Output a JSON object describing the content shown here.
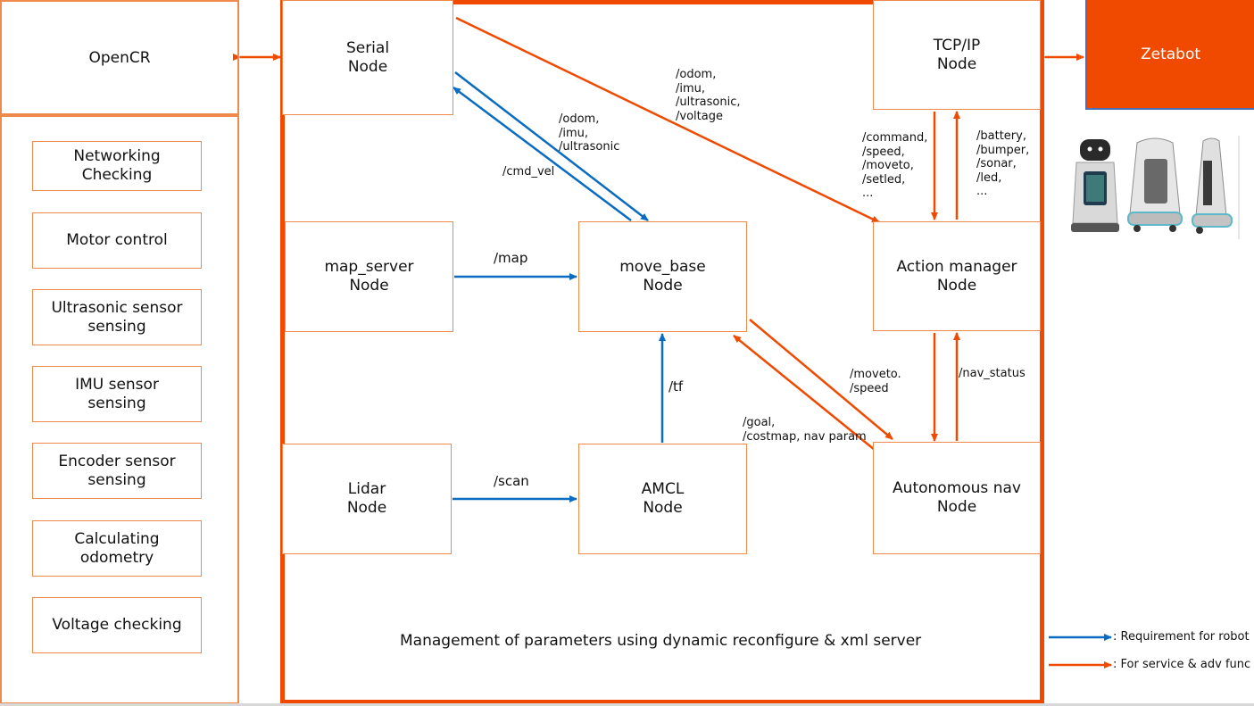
{
  "colors": {
    "box_border": "#f08a4b",
    "service_arrow": "#f04a00",
    "requirement_arrow": "#0a6cc0",
    "zetabot_fill": "#f04a00"
  },
  "opencr": {
    "title": "OpenCR"
  },
  "opencr_functions": [
    {
      "lines": [
        "Networking",
        "Checking"
      ]
    },
    {
      "lines": [
        "Motor control"
      ]
    },
    {
      "lines": [
        "Ultrasonic sensor",
        "sensing"
      ]
    },
    {
      "lines": [
        "IMU sensor",
        "sensing"
      ]
    },
    {
      "lines": [
        "Encoder sensor",
        "sensing"
      ]
    },
    {
      "lines": [
        "Calculating",
        "odometry"
      ]
    },
    {
      "lines": [
        "Voltage checking"
      ]
    }
  ],
  "nodes": {
    "serial": {
      "lines": [
        "Serial",
        "Node"
      ]
    },
    "map_server": {
      "lines": [
        "map_server",
        "Node"
      ]
    },
    "lidar": {
      "lines": [
        "Lidar",
        "Node"
      ]
    },
    "move_base": {
      "lines": [
        "move_base",
        "Node"
      ]
    },
    "amcl": {
      "lines": [
        "AMCL",
        "Node"
      ]
    },
    "tcpip": {
      "lines": [
        "TCP/IP",
        "Node"
      ]
    },
    "action_manager": {
      "lines": [
        "Action manager",
        "Node"
      ]
    },
    "autonomous_nav": {
      "lines": [
        "Autonomous nav",
        "Node"
      ]
    }
  },
  "zetabot": {
    "label": "Zetabot"
  },
  "topics": {
    "serial_to_action": [
      "/odom,",
      "/imu,",
      "/ultrasonic,",
      "/voltage"
    ],
    "serial_to_move_base": [
      "/odom,",
      "/imu,",
      "/ultrasonic"
    ],
    "cmd_vel": "/cmd_vel",
    "map": "/map",
    "scan": "/scan",
    "tf": "/tf",
    "tcpip_to_action": [
      "/command,",
      "/speed,",
      "/moveto,",
      "/setled,",
      "..."
    ],
    "action_to_tcpip": [
      "/battery,",
      "/bumper,",
      "/sonar,",
      "/led,",
      "..."
    ],
    "move_base_to_nav": [
      "/moveto.",
      "/speed"
    ],
    "nav_to_move_base": [
      "/goal,",
      "/costmap, nav param"
    ],
    "nav_status": "/nav_status"
  },
  "footer": "Management of parameters using dynamic reconfigure & xml server",
  "legend": {
    "requirement": ": Requirement for robot",
    "service": ": For service & adv func"
  }
}
